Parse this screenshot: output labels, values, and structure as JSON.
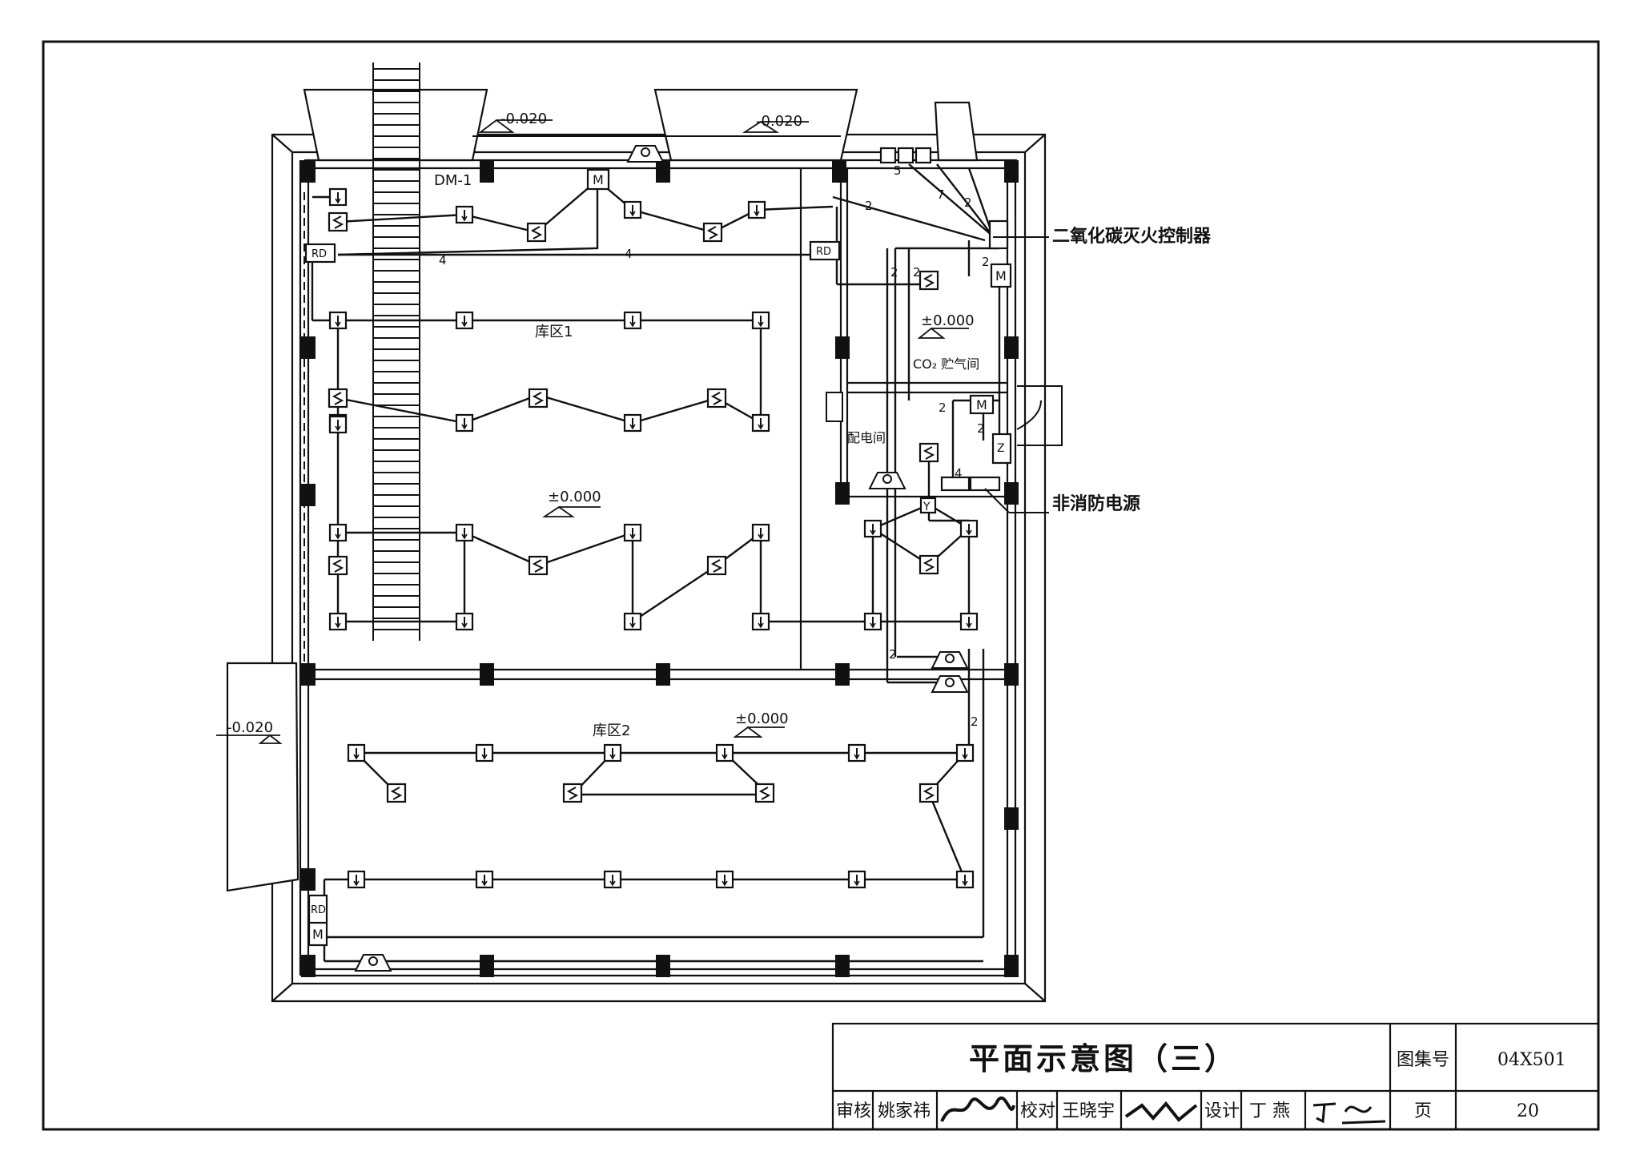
{
  "drawing": {
    "door_label": "DM-1",
    "levels": {
      "top_left": "-0.020",
      "top_right": "-0.020",
      "co2_room": "±0.000",
      "zone1_center": "±0.000",
      "zone2": "±0.000",
      "left_door": "-0.020"
    },
    "rooms": {
      "zone1": "库区1",
      "zone2": "库区2",
      "co2_storage": "CO₂ 贮气间",
      "power_room": "配电间"
    },
    "callouts": {
      "co2_controller": "二氧化碳灭火控制器",
      "non_fire_power": "非消防电源"
    },
    "device_labels": {
      "module": "M",
      "release": "RD",
      "smoke": "S",
      "heat": "↓",
      "z_box": "Z",
      "y_box": "Y"
    },
    "wire_counts": [
      "4",
      "4",
      "2",
      "2",
      "2",
      "2",
      "2",
      "2",
      "4",
      "2",
      "2",
      "5",
      "7",
      "2"
    ]
  },
  "title_block": {
    "title": "平面示意图（三）",
    "atlas_no_label": "图集号",
    "atlas_no": "04X501",
    "review_label": "审核",
    "reviewer": "姚家祎",
    "check_label": "校对",
    "checker": "王晓宇",
    "design_label": "设计",
    "designer": "丁 燕",
    "page_label": "页",
    "page_no": "20"
  }
}
